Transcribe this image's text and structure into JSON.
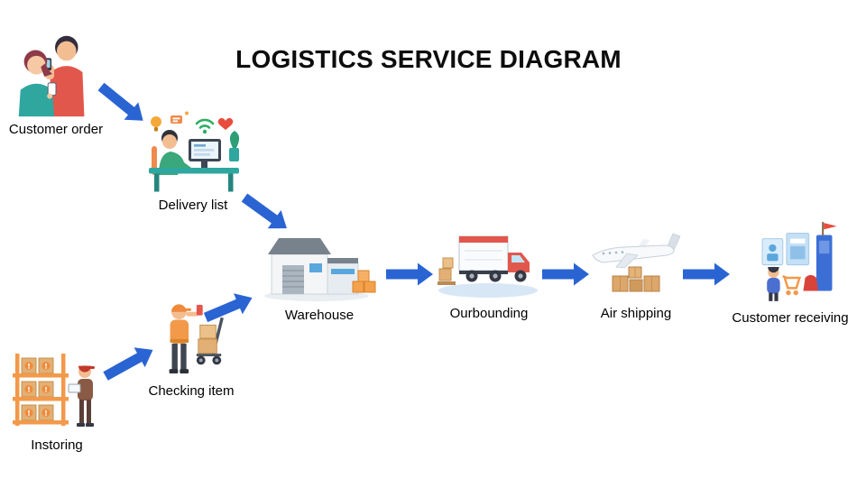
{
  "title": "LOGISTICS SERVICE DIAGRAM",
  "colors": {
    "background": "#ffffff",
    "arrow": "#2a64d3",
    "title": "#0d0d0d",
    "text": "#000000"
  },
  "nodes": {
    "customer_order": {
      "label": "Customer order",
      "icon": "customers-with-phones-icon"
    },
    "delivery_list": {
      "label": "Delivery list",
      "icon": "clerk-at-desk-icon"
    },
    "warehouse": {
      "label": "Warehouse",
      "icon": "warehouse-building-icon"
    },
    "outbounding": {
      "label": "Ourbounding",
      "icon": "delivery-truck-icon"
    },
    "air_shipping": {
      "label": "Air shipping",
      "icon": "airplane-cargo-icon"
    },
    "customer_receiving": {
      "label": "Customer receiving",
      "icon": "storefront-shopper-icon"
    },
    "instoring": {
      "label": "Instoring",
      "icon": "storage-rack-icon"
    },
    "checking_item": {
      "label": "Checking item",
      "icon": "warehouse-worker-trolley-icon"
    }
  },
  "edges": [
    {
      "from": "customer_order",
      "to": "delivery_list"
    },
    {
      "from": "delivery_list",
      "to": "warehouse"
    },
    {
      "from": "instoring",
      "to": "checking_item"
    },
    {
      "from": "checking_item",
      "to": "warehouse"
    },
    {
      "from": "warehouse",
      "to": "outbounding"
    },
    {
      "from": "outbounding",
      "to": "air_shipping"
    },
    {
      "from": "air_shipping",
      "to": "customer_receiving"
    }
  ]
}
